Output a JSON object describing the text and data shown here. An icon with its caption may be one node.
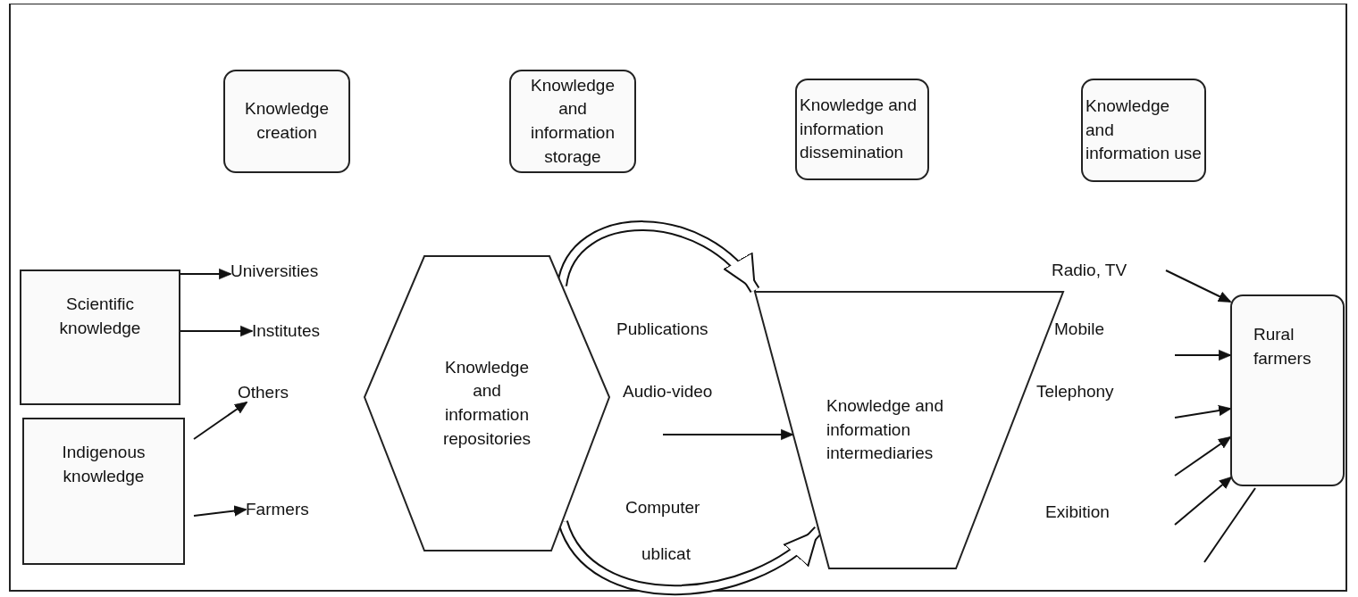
{
  "diagram": {
    "nodes": [
      {
        "text": [
          "Knowledge creation"
        ]
      },
      {
        "text": [
          "Knowledge and information storage"
        ]
      },
      {
        "text": [
          "Knowledge and information dissemination"
        ]
      },
      {
        "text": [
          "Knowledge and information use"
        ]
      },
      {
        "text": [
          "Scientific knowledge"
        ]
      },
      {
        "text": [
          "Indigenous knowledge"
        ]
      },
      {
        "text": [
          "Universities"
        ]
      },
      {
        "text": [
          "Institutes"
        ]
      },
      {
        "text": [
          "Others"
        ]
      },
      {
        "text": [
          "Farmers"
        ]
      },
      {
        "text": [
          "Knowledge and information repositories"
        ]
      },
      {
        "text": [
          "Knowledge and information intermediaries"
        ]
      },
      {
        "text": [
          "Rural farmers"
        ]
      }
    ],
    "edges": [
      {
        "from": 4,
        "to": 6,
        "arrow": "to"
      },
      {
        "from": 4,
        "to": 7,
        "arrow": "to"
      },
      {
        "from": 5,
        "to": 8,
        "arrow": "to"
      },
      {
        "from": 5,
        "to": 9,
        "arrow": "to"
      },
      {
        "from": 10,
        "to": 11,
        "arrow": "to",
        "style": "thick"
      },
      {
        "from": 10,
        "to": 11,
        "arrow": "to",
        "style": "thick"
      },
      {
        "from": null,
        "to": 11,
        "arrow": "to"
      },
      {
        "from": null,
        "to": 12,
        "arrow": "to"
      },
      {
        "from": null,
        "to": 12,
        "arrow": "to"
      },
      {
        "from": null,
        "to": 12,
        "arrow": "to"
      },
      {
        "from": null,
        "to": 12,
        "arrow": "to"
      },
      {
        "from": null,
        "to": 12,
        "arrow": "to"
      },
      {
        "from": null,
        "to": 12,
        "arrow": "none"
      }
    ],
    "labels": [
      "Publications",
      "Audio-video",
      "Computer",
      "ublicat",
      "Radio, TV",
      "Mobile",
      "Telephony",
      "Exibition"
    ]
  }
}
